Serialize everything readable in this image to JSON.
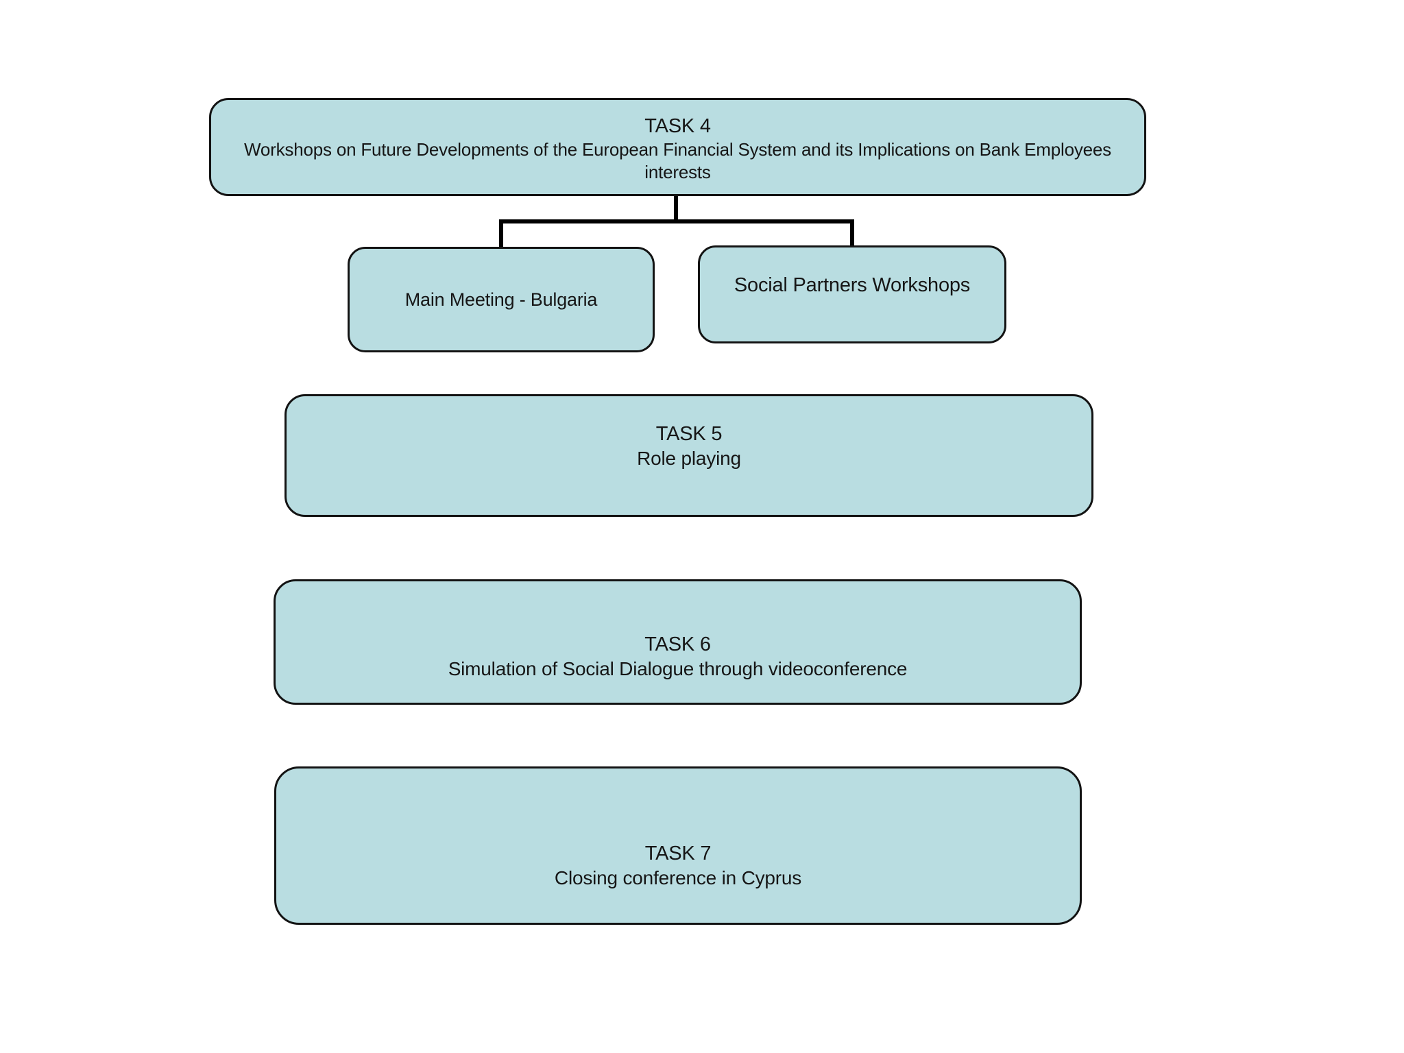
{
  "page": {
    "background": "#ffffff"
  },
  "styles": {
    "box_fill": "#b9dde1",
    "box_border": "#131313",
    "text_color": "#161616",
    "connector_color": "#000000"
  },
  "nodes": {
    "task4": {
      "title": "TASK 4",
      "subtitle": "Workshops on Future Developments of the European Financial System and its Implications on Bank Employees\ninterests"
    },
    "main_meeting": {
      "label": "Main Meeting - Bulgaria"
    },
    "social_partners": {
      "label": "Social Partners Workshops"
    },
    "task5": {
      "title": "TASK 5",
      "subtitle": "Role playing"
    },
    "task6": {
      "title": "TASK 6",
      "subtitle": "Simulation of Social Dialogue through videoconference"
    },
    "task7": {
      "title": "TASK 7",
      "subtitle": "Closing conference in Cyprus"
    }
  }
}
